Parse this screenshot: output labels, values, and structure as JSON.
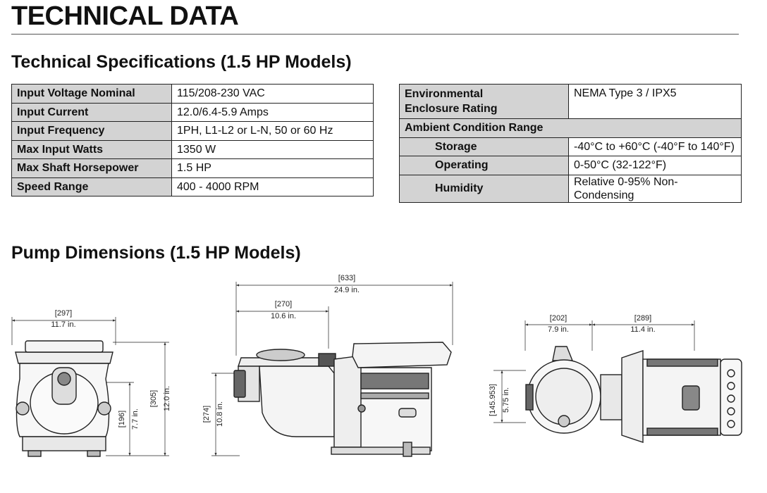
{
  "header": {
    "title": "TECHNICAL DATA"
  },
  "specs": {
    "title": "Technical Specifications (1.5 HP Models)",
    "electrical": [
      {
        "label": "Input Voltage Nominal",
        "value": "115/208-230 VAC"
      },
      {
        "label": "Input Current",
        "value": "12.0/6.4-5.9 Amps"
      },
      {
        "label": "Input Frequency",
        "value": "1PH, L1-L2 or L-N, 50 or 60 Hz"
      },
      {
        "label": "Max Input Watts",
        "value": "1350 W"
      },
      {
        "label": "Max Shaft Horsepower",
        "value": "1.5 HP"
      },
      {
        "label": "Speed Range",
        "value": "400 - 4000 RPM"
      }
    ],
    "environment": {
      "enclosure_label_line1": "Environmental",
      "enclosure_label_line2": "Enclosure Rating",
      "enclosure_value": "NEMA Type 3 / IPX5",
      "ambient_heading": "Ambient Condition Range",
      "conditions": [
        {
          "label": "Storage",
          "value": "-40°C to +60°C (-40°F to 140°F)"
        },
        {
          "label": "Operating",
          "value": "0-50°C (32-122°F)"
        },
        {
          "label": "Humidity",
          "value": "Relative 0-95% Non-Condensing"
        }
      ]
    }
  },
  "dimensions": {
    "title": "Pump Dimensions (1.5 HP Models)",
    "front_view": {
      "width_mm": "[297]",
      "width_in": "11.7 in.",
      "height_mm": "[305]",
      "height_in": "12.0 in.",
      "inlet_mm": "[196]",
      "inlet_in": "7.7 in."
    },
    "side_view": {
      "length_mm": "[633]",
      "length_in": "24.9 in.",
      "front_mm": "[270]",
      "front_in": "10.6 in.",
      "port_mm": "[274]",
      "port_in": "10.8 in."
    },
    "top_view": {
      "a_mm": "[202]",
      "a_in": "7.9 in.",
      "b_mm": "[289]",
      "b_in": "11.4 in.",
      "c_mm": "[145.953]",
      "c_in": "5.75 in."
    }
  }
}
